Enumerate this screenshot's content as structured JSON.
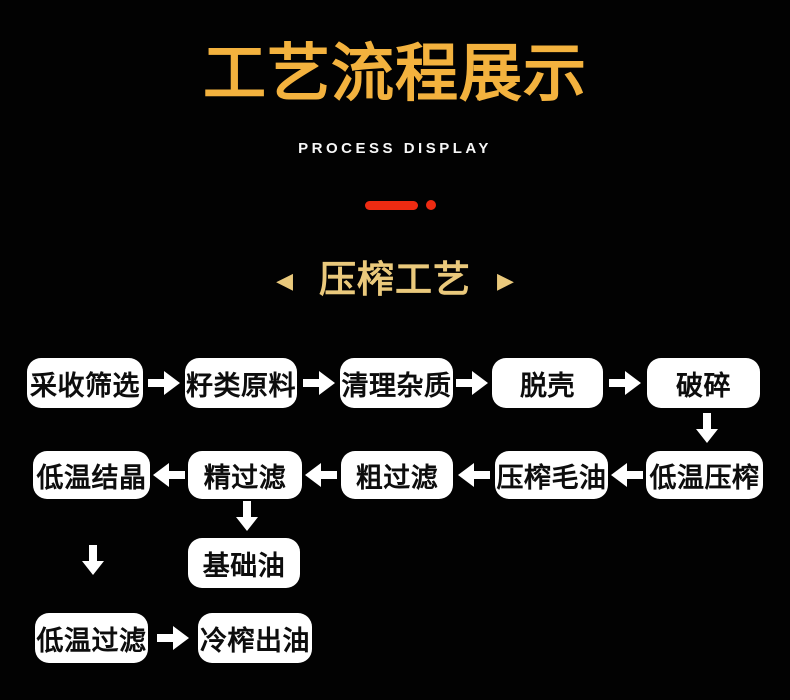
{
  "page": {
    "title": "工艺流程展示",
    "subtitle": "PROCESS DISPLAY"
  },
  "section": {
    "title": "压榨工艺"
  },
  "icons": {
    "left_triangle": "◀",
    "right_triangle": "▶",
    "arrow_right": "block-arrow-right",
    "arrow_left": "block-arrow-left",
    "arrow_down": "block-arrow-down"
  },
  "colors": {
    "background": "#020202",
    "title_gold": "#f3b23e",
    "section_gold": "#eac97c",
    "accent_red": "#ee2b12",
    "box_background": "#ffffff",
    "box_text": "#0d0d0d",
    "arrow_white": "#ffffff"
  },
  "flow": {
    "row1": [
      "采收筛选",
      "籽类原料",
      "清理杂质",
      "脱壳",
      "破碎"
    ],
    "row2": [
      "低温结晶",
      "精过滤",
      "粗过滤",
      "压榨毛油",
      "低温压榨"
    ],
    "row3": [
      "基础油"
    ],
    "row4": [
      "低温过滤",
      "冷榨出油"
    ]
  }
}
